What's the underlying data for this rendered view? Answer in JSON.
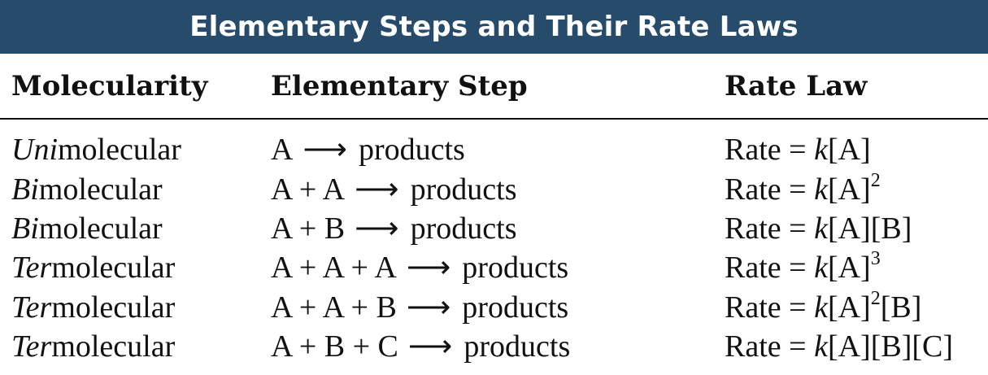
{
  "title": "Elementary Steps and Their Rate Laws",
  "headers": {
    "molecularity": "Molecularity",
    "elementary_step": "Elementary Step",
    "rate_law": "Rate Law"
  },
  "rows": [
    {
      "molecularity_prefix": "Uni",
      "molecularity_suffix": "molecular",
      "reactants": "A",
      "arrow": "⟶",
      "products": "products",
      "rate_prefix": "Rate = ",
      "rate_k": "k",
      "rate_terms": "[A]",
      "rate_exp": "",
      "rate_tail": ""
    },
    {
      "molecularity_prefix": "Bi",
      "molecularity_suffix": "molecular",
      "reactants": "A + A",
      "arrow": "⟶",
      "products": "products",
      "rate_prefix": "Rate = ",
      "rate_k": "k",
      "rate_terms": "[A]",
      "rate_exp": "2",
      "rate_tail": ""
    },
    {
      "molecularity_prefix": "Bi",
      "molecularity_suffix": "molecular",
      "reactants": "A + B",
      "arrow": "⟶",
      "products": "products",
      "rate_prefix": "Rate = ",
      "rate_k": "k",
      "rate_terms": "[A][B]",
      "rate_exp": "",
      "rate_tail": ""
    },
    {
      "molecularity_prefix": "Ter",
      "molecularity_suffix": "molecular",
      "reactants": "A + A + A",
      "arrow": "⟶",
      "products": "products",
      "rate_prefix": "Rate = ",
      "rate_k": "k",
      "rate_terms": "[A]",
      "rate_exp": "3",
      "rate_tail": ""
    },
    {
      "molecularity_prefix": "Ter",
      "molecularity_suffix": "molecular",
      "reactants": "A + A + B",
      "arrow": "⟶",
      "products": "products",
      "rate_prefix": "Rate = ",
      "rate_k": "k",
      "rate_terms": "[A]",
      "rate_exp": "2",
      "rate_tail": "[B]"
    },
    {
      "molecularity_prefix": "Ter",
      "molecularity_suffix": "molecular",
      "reactants": "A + B + C",
      "arrow": "⟶",
      "products": "products",
      "rate_prefix": "Rate = ",
      "rate_k": "k",
      "rate_terms": "[A][B][C]",
      "rate_exp": "",
      "rate_tail": ""
    }
  ],
  "colors": {
    "title_bar": "#264b6b",
    "title_text": "#ffffff",
    "text": "#111111"
  }
}
